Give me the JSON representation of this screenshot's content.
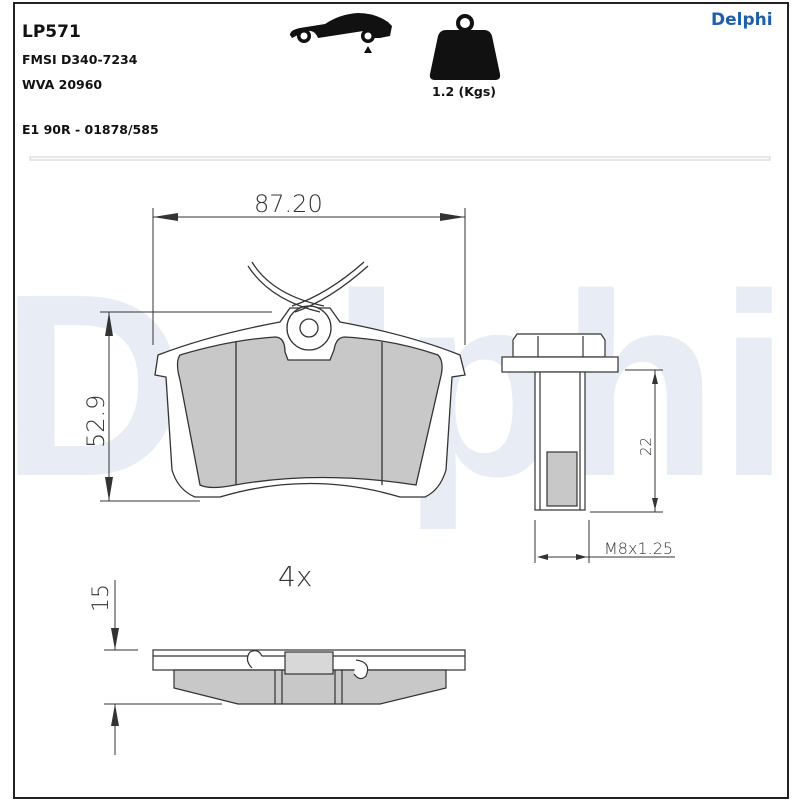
{
  "header": {
    "part_number": "LP571",
    "fmsi": "FMSI D340-7234",
    "wva": "WVA 20960",
    "approval": "E1 90R - 01878/585",
    "weight": "1.2 (Kgs)",
    "brand": "Delphi",
    "icons": [
      "car-rear-axle-icon",
      "weight-icon"
    ]
  },
  "watermark": {
    "text": "Delphi",
    "color": "#e6eaf3"
  },
  "colors": {
    "brand": "#1f5fa8",
    "friction_material": "#c8c8c8",
    "line": "#333333"
  },
  "drawing": {
    "width_dim": "87.20",
    "height_dim": "52.9",
    "thickness_dim": "15",
    "quantity": "4x",
    "bolt_length_dim": "22",
    "bolt_thread": "M8x1.25"
  }
}
